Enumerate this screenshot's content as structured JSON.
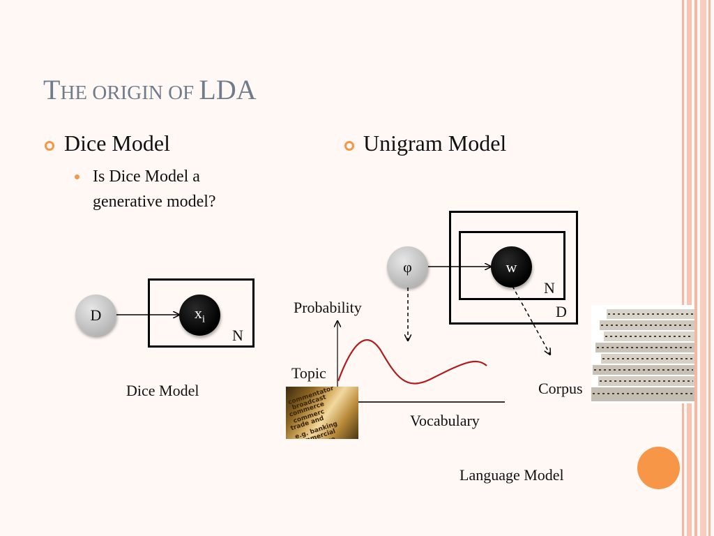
{
  "slide": {
    "title_first_letter": "T",
    "title_rest_1": "HE ORIGIN OF ",
    "title_acronym": "LDA"
  },
  "left": {
    "heading": "Dice Model",
    "subbullet_line1": "Is Dice Model a",
    "subbullet_line2": "generative model?",
    "node_d": "D",
    "node_x": "x",
    "node_x_sub": "i",
    "plate_label": "N",
    "caption": "Dice Model"
  },
  "right": {
    "heading": "Unigram Model",
    "node_phi": "φ",
    "node_w": "w",
    "plate_inner_label": "N",
    "plate_outer_label": "D",
    "axis_y_label": "Probability",
    "axis_x_label": "Vocabulary",
    "topic_label": "Topic",
    "corpus_label": "Corpus",
    "caption": "Language Model"
  },
  "colors": {
    "accent": "#f79646",
    "title": "#6f7c8c",
    "curve": "#b01c1c",
    "stripe": "#f4b8a2"
  },
  "images": {
    "dictionary_photo_words": [
      "commentator",
      "broadcast",
      "commerce",
      "commerc",
      "trade and",
      "e.g. banking",
      "commercial",
      "commerce"
    ]
  }
}
